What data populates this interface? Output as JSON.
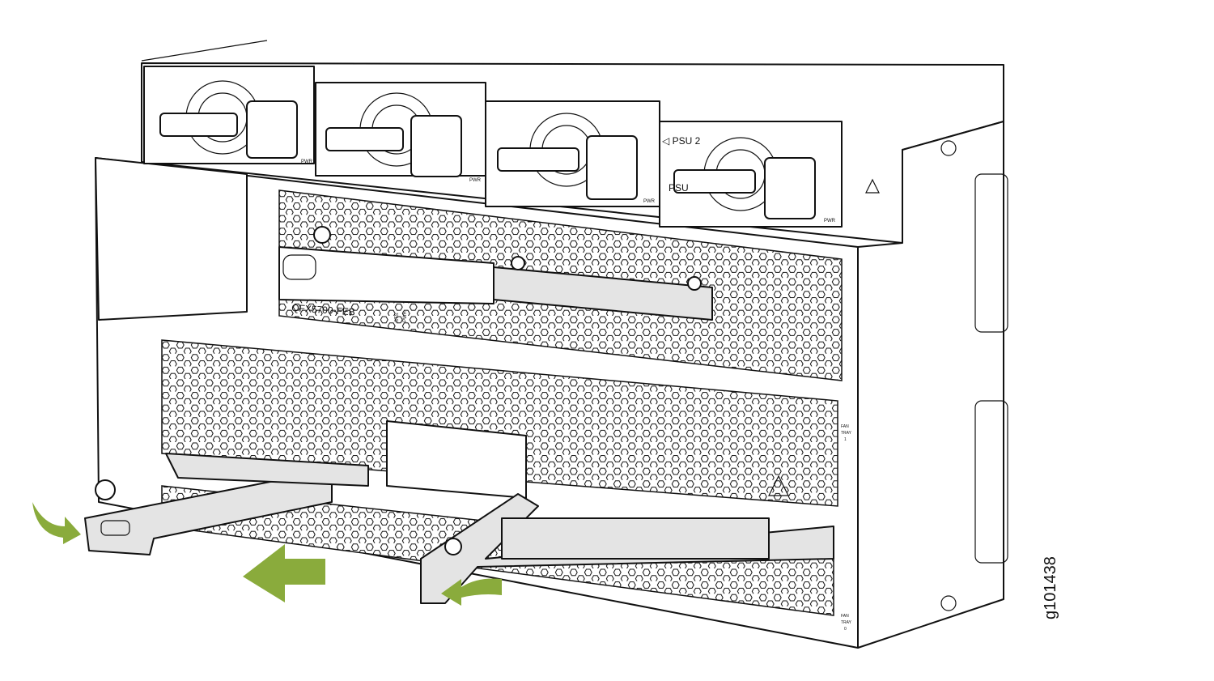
{
  "figure_id": "g101438",
  "labels": {
    "psu2": "◁ PSU 2",
    "psu_partial": "PSU",
    "pwr": "PWR",
    "feb_model": "QFX5700-FEB",
    "sts": "STS",
    "feb_pwr": "PWR",
    "fan_tray_1": [
      "FAN",
      "TRAY",
      "1"
    ],
    "fan_tray_0": [
      "FAN",
      "TRAY",
      "0"
    ]
  },
  "colors": {
    "arrow_green": "#8aab3c",
    "handle_grey": "#e4e4e4",
    "line": "#111111"
  }
}
